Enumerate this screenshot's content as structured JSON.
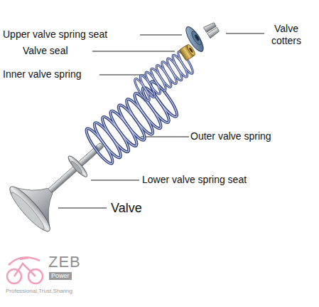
{
  "diagram": {
    "labels": [
      "Upper valve spring seat",
      "Valve cotters",
      "Valve seal",
      "Inner valve spring",
      "Outer valve spring",
      "Lower valve spring seat",
      "Valve",
      "ZEB",
      "Power",
      "Professional,Trust,Sharing"
    ]
  }
}
